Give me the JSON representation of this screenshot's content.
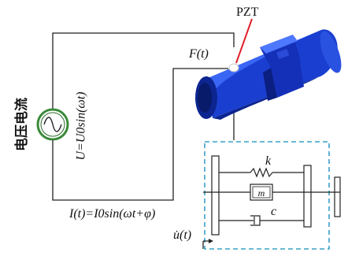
{
  "labels": {
    "pzt": "PZT",
    "force": "F(t)",
    "source_name": "电压电流",
    "voltage_eq": "U=U0sin(ωt)",
    "current_eq": "I(t)=I0sin(ωt+φ)",
    "spring": "k",
    "mass": "m",
    "damper": "c",
    "velocity": "u̇(t)"
  },
  "colors": {
    "wire": "#222222",
    "pzt_pointer": "#e0202a",
    "pipe": "#1a3fd0",
    "pipe_dark": "#0c2590",
    "pipe_light": "#3a66f5",
    "dashed_box": "#3aa0c8",
    "source_ring": "#3a8a3a"
  },
  "icons": {
    "source": "ac-source-icon",
    "pipe": "pipe-clamp-illustration"
  }
}
